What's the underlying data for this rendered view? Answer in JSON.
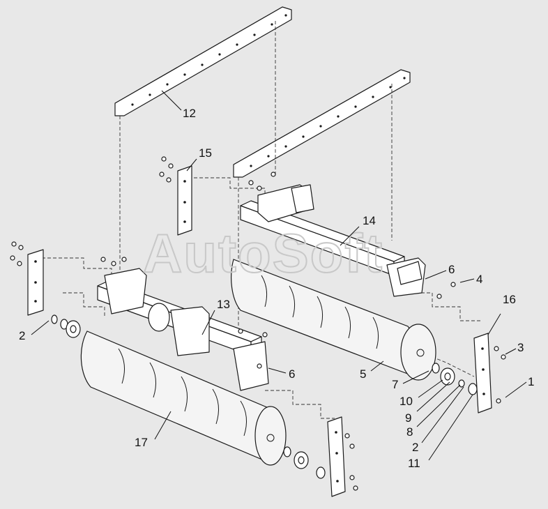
{
  "watermark": "AutoSoft",
  "callouts": [
    {
      "id": "c12",
      "label": "12"
    },
    {
      "id": "c15",
      "label": "15"
    },
    {
      "id": "c14",
      "label": "14"
    },
    {
      "id": "c6a",
      "label": "6"
    },
    {
      "id": "c4",
      "label": "4"
    },
    {
      "id": "c13",
      "label": "13"
    },
    {
      "id": "c16",
      "label": "16"
    },
    {
      "id": "c2a",
      "label": "2"
    },
    {
      "id": "c6b",
      "label": "6"
    },
    {
      "id": "c3",
      "label": "3"
    },
    {
      "id": "c5",
      "label": "5"
    },
    {
      "id": "c7",
      "label": "7"
    },
    {
      "id": "c1",
      "label": "1"
    },
    {
      "id": "c10",
      "label": "10"
    },
    {
      "id": "c9",
      "label": "9"
    },
    {
      "id": "c8",
      "label": "8"
    },
    {
      "id": "c2b",
      "label": "2"
    },
    {
      "id": "c11",
      "label": "11"
    },
    {
      "id": "c17",
      "label": "17"
    }
  ]
}
